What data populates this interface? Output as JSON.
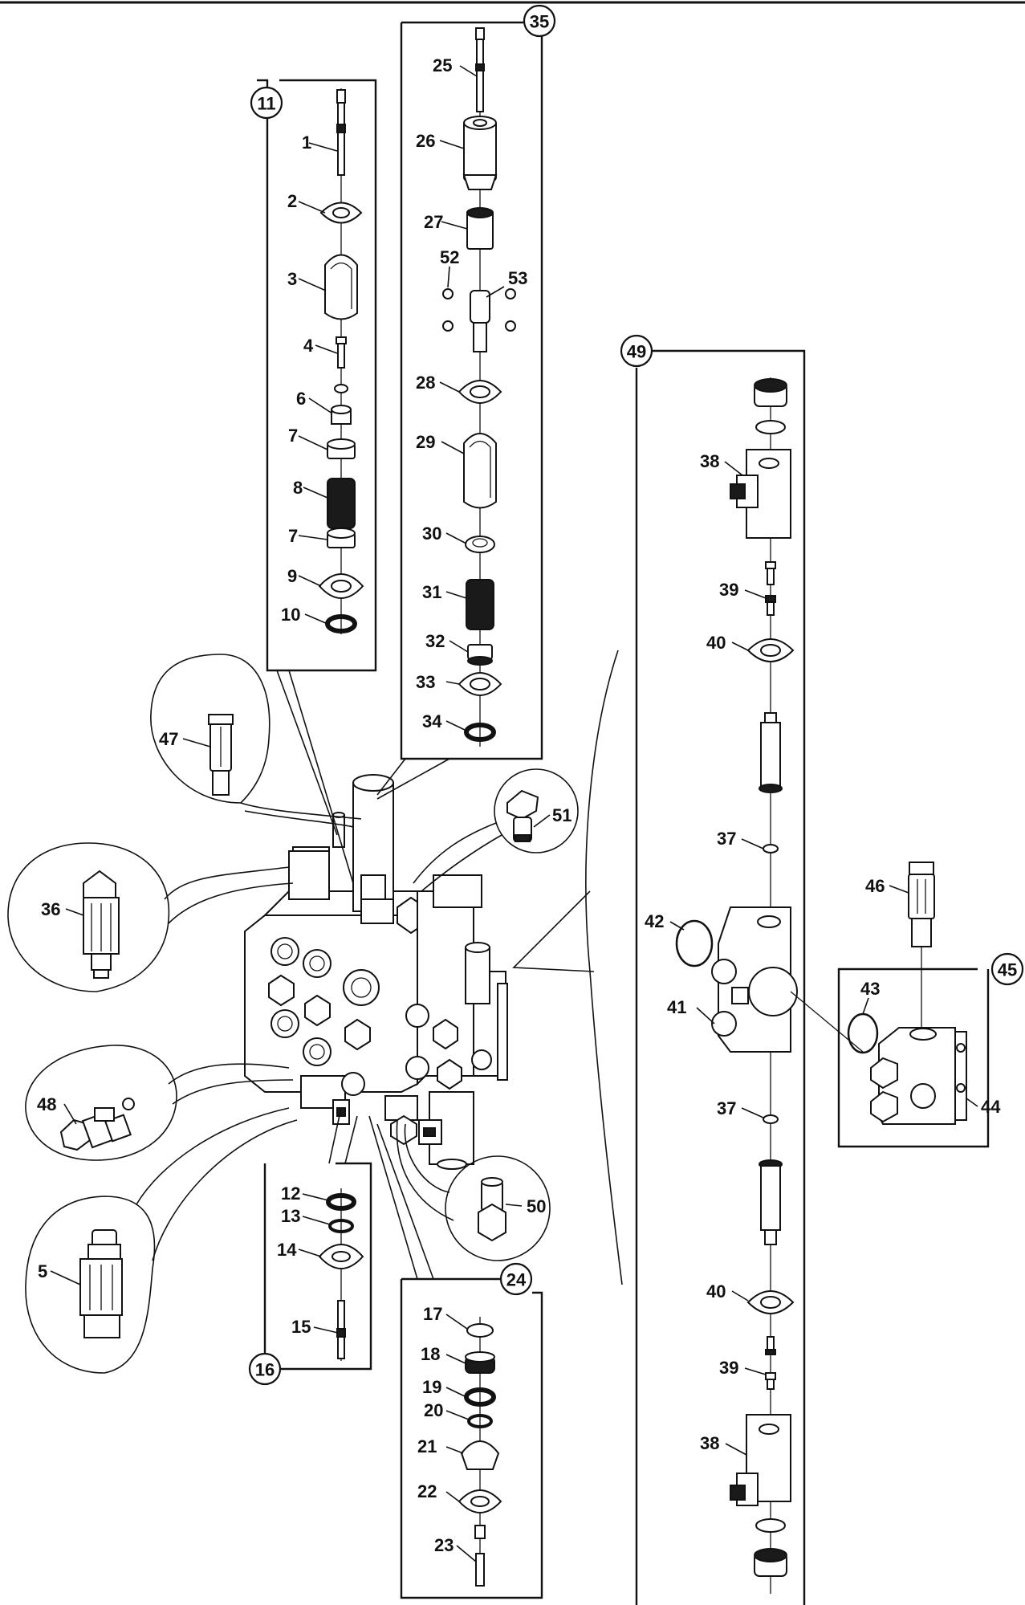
{
  "diagram": {
    "callouts": [
      {
        "id": "11",
        "label": "11"
      },
      {
        "id": "35",
        "label": "35"
      },
      {
        "id": "49",
        "label": "49"
      },
      {
        "id": "45",
        "label": "45"
      },
      {
        "id": "16",
        "label": "16"
      },
      {
        "id": "24",
        "label": "24"
      }
    ],
    "labels": [
      {
        "id": "1",
        "text": "1"
      },
      {
        "id": "2",
        "text": "2"
      },
      {
        "id": "3",
        "text": "3"
      },
      {
        "id": "4",
        "text": "4"
      },
      {
        "id": "6",
        "text": "6"
      },
      {
        "id": "7a",
        "text": "7"
      },
      {
        "id": "8",
        "text": "8"
      },
      {
        "id": "7b",
        "text": "7"
      },
      {
        "id": "9",
        "text": "9"
      },
      {
        "id": "10",
        "text": "10"
      },
      {
        "id": "25",
        "text": "25"
      },
      {
        "id": "26",
        "text": "26"
      },
      {
        "id": "27",
        "text": "27"
      },
      {
        "id": "52",
        "text": "52"
      },
      {
        "id": "53",
        "text": "53"
      },
      {
        "id": "28",
        "text": "28"
      },
      {
        "id": "29",
        "text": "29"
      },
      {
        "id": "30",
        "text": "30"
      },
      {
        "id": "31",
        "text": "31"
      },
      {
        "id": "32",
        "text": "32"
      },
      {
        "id": "33",
        "text": "33"
      },
      {
        "id": "34",
        "text": "34"
      },
      {
        "id": "47",
        "text": "47"
      },
      {
        "id": "51",
        "text": "51"
      },
      {
        "id": "36",
        "text": "36"
      },
      {
        "id": "48",
        "text": "48"
      },
      {
        "id": "5",
        "text": "5"
      },
      {
        "id": "50",
        "text": "50"
      },
      {
        "id": "12",
        "text": "12"
      },
      {
        "id": "13",
        "text": "13"
      },
      {
        "id": "14",
        "text": "14"
      },
      {
        "id": "15",
        "text": "15"
      },
      {
        "id": "17",
        "text": "17"
      },
      {
        "id": "18",
        "text": "18"
      },
      {
        "id": "19",
        "text": "19"
      },
      {
        "id": "20",
        "text": "20"
      },
      {
        "id": "21",
        "text": "21"
      },
      {
        "id": "22",
        "text": "22"
      },
      {
        "id": "23",
        "text": "23"
      },
      {
        "id": "38a",
        "text": "38"
      },
      {
        "id": "39a",
        "text": "39"
      },
      {
        "id": "40a",
        "text": "40"
      },
      {
        "id": "37a",
        "text": "37"
      },
      {
        "id": "42",
        "text": "42"
      },
      {
        "id": "41",
        "text": "41"
      },
      {
        "id": "37b",
        "text": "37"
      },
      {
        "id": "40b",
        "text": "40"
      },
      {
        "id": "39b",
        "text": "39"
      },
      {
        "id": "38b",
        "text": "38"
      },
      {
        "id": "46",
        "text": "46"
      },
      {
        "id": "43",
        "text": "43"
      },
      {
        "id": "44",
        "text": "44"
      }
    ]
  }
}
